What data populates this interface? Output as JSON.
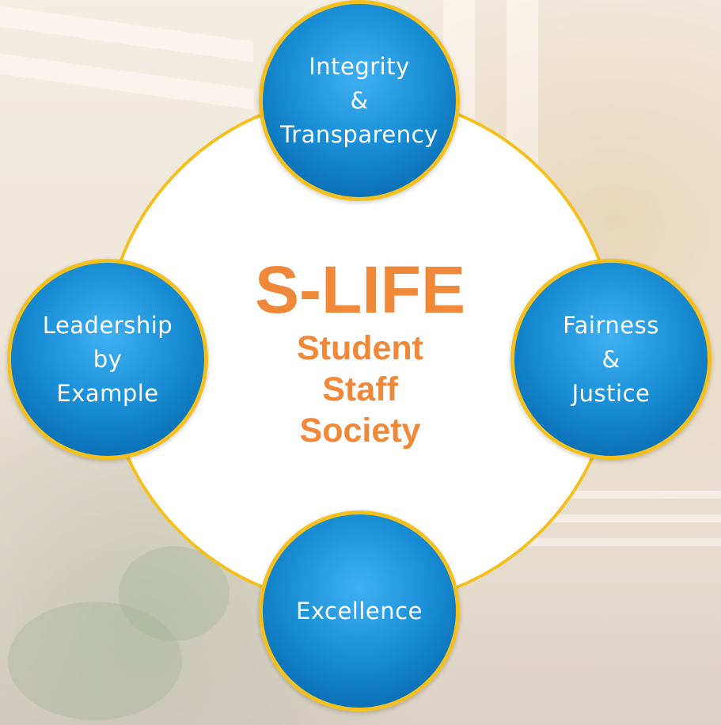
{
  "center": {
    "title": "S-LIFE",
    "lines": [
      "Student",
      "Staff",
      "Society"
    ]
  },
  "nodes": {
    "top": [
      "Integrity",
      "&",
      "Transparency"
    ],
    "left": [
      "Leadership",
      "by",
      "Example"
    ],
    "right": [
      "Fairness",
      "&",
      "Justice"
    ],
    "bottom": [
      "Excellence"
    ]
  },
  "colors": {
    "accent_orange": "#f0883a",
    "ring_yellow": "#f4c01d",
    "node_blue": "#1a8fd6"
  }
}
